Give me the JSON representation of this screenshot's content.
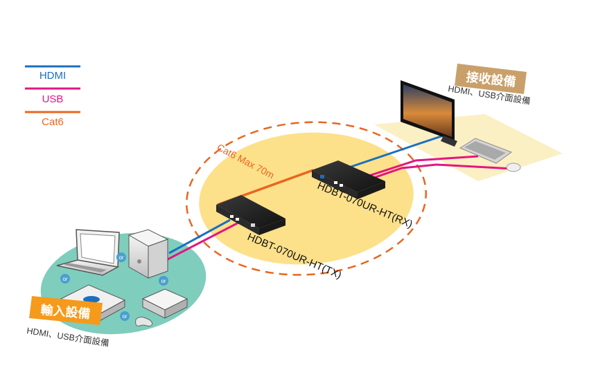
{
  "legend": {
    "hdmi": {
      "label": "HDMI",
      "color": "#1a6fc0"
    },
    "usb": {
      "label": "USB",
      "color": "#e4157f"
    },
    "cat6": {
      "label": "Cat6",
      "color": "#e8661e"
    }
  },
  "cat6_span_label": "Cat6 Max 70m",
  "tx_model": "HDBT-070UR-HT(TX)",
  "rx_model": "HDBT-070UR-HT(RX)",
  "input_group": {
    "title": "輸入設備",
    "subtitle": "HDMI、USB介面設備"
  },
  "output_group": {
    "title": "接收設備",
    "subtitle": "HDMI、USB介面設備"
  },
  "or_label": "or",
  "colors": {
    "input_zone": "#7fcdbd",
    "range_zone": "#fde08a",
    "receive_zone": "#fbefc4",
    "badge_input": "#f59a1a",
    "badge_output": "#c9a06a",
    "or_dot": "#4a9fcf"
  },
  "icons": [
    "laptop-icon",
    "pc-tower-icon",
    "bluray-player-icon",
    "game-console-icon",
    "gamepad-icon",
    "monitor-icon",
    "keyboard-icon",
    "mouse-icon"
  ]
}
